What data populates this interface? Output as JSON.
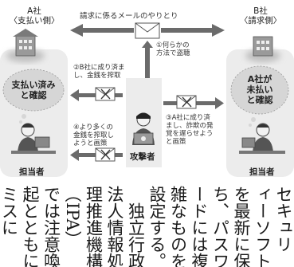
{
  "diagram": {
    "top_label": "請求に係るメールのやりとり",
    "party_a": {
      "title_line1": "A社",
      "title_line2": "〈支払い側〉",
      "bubble_line1": "支払い済み",
      "bubble_line2": "と確認",
      "person": "担当者"
    },
    "party_b": {
      "title_line1": "B社",
      "title_line2": "〈請求側〉",
      "bubble_line1": "A社が",
      "bubble_line2": "未払い",
      "bubble_line3": "と確認",
      "person": "担当者"
    },
    "attacker": "攻撃者",
    "step1_line1": "①何らかの",
    "step1_line2": "方法で盗聴",
    "step2_line1": "②B社に成り済ま",
    "step2_line2": "し、金銭を搾取",
    "step3_line1": "③A社に成り済",
    "step3_line2": "まし、詐欺の発",
    "step3_line3": "覚を遅らせよう",
    "step3_line4": "と画策",
    "step4_line1": "④より多くの",
    "step4_line2": "金銭を搾取し",
    "step4_line3": "ようと画策"
  },
  "body_text": {
    "columns": [
      "セキュリ",
      "ィーソフト",
      "を最新に保",
      "ち、パスワ",
      "ードには複",
      "雑なものを",
      "設定する。",
      "　独立行政",
      "法人情報処",
      "理推進機構",
      "（IPA）",
      "では注意喚",
      "起とともに",
      "ミスに"
    ]
  },
  "colors": {
    "accent_gray": "#6b6b6b",
    "bubble_fill": "#dedede",
    "zone_fill": "#ececec"
  }
}
